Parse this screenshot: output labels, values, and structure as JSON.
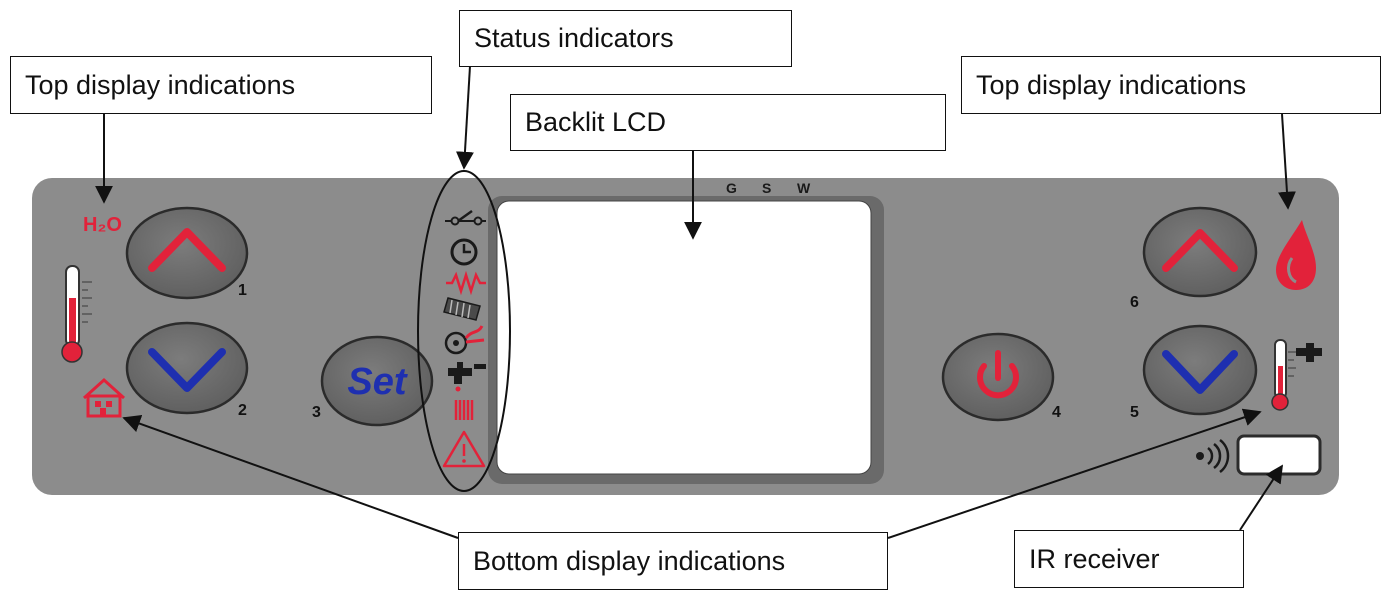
{
  "callouts": {
    "status_indicators": "Status indicators",
    "top_display_left": "Top display indications",
    "backlit_lcd": "Backlit LCD",
    "top_display_right": "Top display indications",
    "bottom_display": "Bottom display indications",
    "ir_receiver": "IR receiver"
  },
  "panel": {
    "lcd_letters": [
      "G",
      "S",
      "W"
    ],
    "h2o_label": "H₂O",
    "set_label": "Set",
    "button_numbers": {
      "b1": "1",
      "b2": "2",
      "b3": "3",
      "b4": "4",
      "b5": "5",
      "b6": "6"
    }
  },
  "status_icons": [
    "switch-icon",
    "clock-icon",
    "heating-element-icon",
    "auger-icon",
    "fan-icon",
    "tap-icon",
    "radiator-icon",
    "warning-icon"
  ],
  "colors": {
    "panel": "#8c8c8c",
    "button": "#6e6e6e",
    "red": "#e2223a",
    "blue": "#1e2fb0",
    "lcd": "#ffffff"
  }
}
